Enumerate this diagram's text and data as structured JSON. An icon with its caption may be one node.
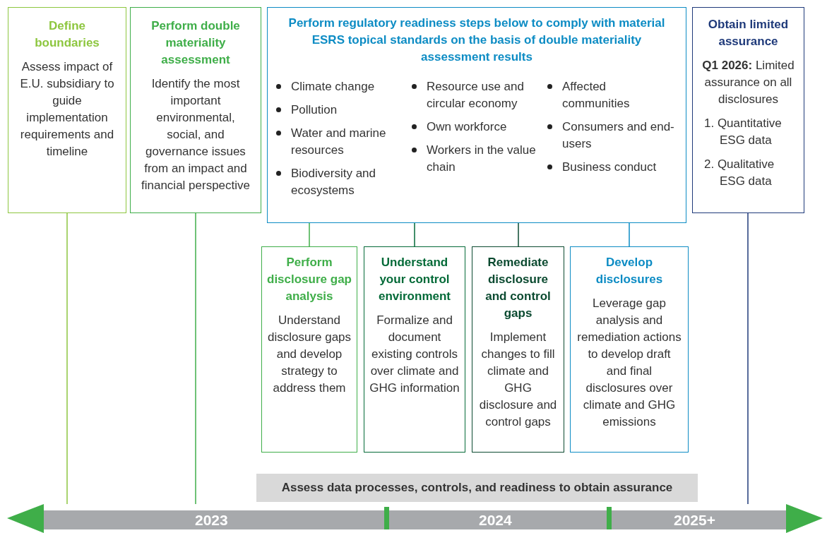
{
  "diagram": {
    "nodes": [
      {
        "text": [
          "Define boundaries",
          "Assess impact of E.U. subsidiary to guide implementation requirements and timeline"
        ]
      },
      {
        "text": [
          "Perform double materiality assessment",
          "Identify the most important environmental, social, and governance issues from an impact and financial perspective"
        ]
      },
      {
        "text": [
          "Perform regulatory readiness steps below to comply with material ESRS topical standards on the basis of double materiality assessment results",
          "Climate change",
          "Pollution",
          "Water and marine resources",
          "Biodiversity and ecosystems",
          "Resource use and circular economy",
          "Own workforce",
          "Workers in the value chain",
          "Affected communities",
          "Consumers and end-users",
          "Business conduct"
        ]
      },
      {
        "text": [
          "Obtain limited assurance",
          "**Q1 2026:** Limited assurance on all disclosures",
          "1. Quantitative ESG data",
          "2. Qualitative ESG data"
        ]
      },
      {
        "text": [
          "Perform disclosure gap analysis",
          "Understand disclosure gaps and develop strategy to address them"
        ]
      },
      {
        "text": [
          "Understand your control environment",
          "Formalize and document existing controls over climate and GHG information"
        ]
      },
      {
        "text": [
          "Remediate disclosure and control gaps",
          "Implement changes to fill climate and GHG disclosure and control gaps"
        ]
      },
      {
        "text": [
          "Develop disclosures",
          "Leverage gap analysis and remediation actions to develop draft and final disclosures over climate and GHG emissions"
        ]
      },
      {
        "text": [
          "Assess data processes, controls, and readiness to obtain assurance"
        ]
      },
      {
        "text": [
          "2023",
          "2024",
          "2025+"
        ]
      }
    ],
    "edges": [
      {
        "from": 0,
        "to": 9,
        "arrow": "none",
        "color": "#8dc63f"
      },
      {
        "from": 1,
        "to": 9,
        "arrow": "none",
        "color": "#3fae49"
      },
      {
        "from": 2,
        "to": 4,
        "arrow": "none",
        "color": "#3fae49"
      },
      {
        "from": 2,
        "to": 5,
        "arrow": "none",
        "color": "#046a38"
      },
      {
        "from": 2,
        "to": 6,
        "arrow": "none",
        "color": "#0b4a30"
      },
      {
        "from": 2,
        "to": 7,
        "arrow": "none",
        "color": "#0d8cc4"
      },
      {
        "from": 3,
        "to": 9,
        "arrow": "none",
        "color": "#1f3a7a"
      }
    ]
  }
}
